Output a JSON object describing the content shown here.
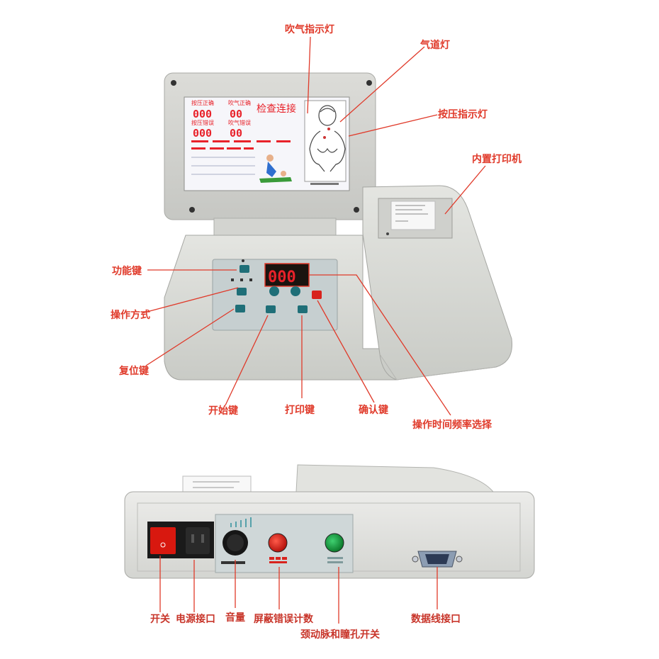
{
  "top_callouts": {
    "blow_indicator": "吹气指示灯",
    "airway_light": "气道灯",
    "press_indicator": "按压指示灯",
    "builtin_printer": "内置打印机",
    "function_key": "功能键",
    "operation_mode": "操作方式",
    "reset_key": "复位键",
    "start_key": "开始键",
    "print_key": "打印键",
    "confirm_key": "确认键",
    "time_freq_select": "操作时间频率选择"
  },
  "bottom_callouts": {
    "switch": "开关",
    "power_port": "电源接口",
    "volume": "音量",
    "mask_error_count": "屏蔽错误计数",
    "carotid_pupil_switch": "颈动脉和瞳孔开关",
    "data_port": "数据线接口"
  },
  "screen": {
    "press_correct_label": "按压正确",
    "blow_correct_label": "吹气正确",
    "press_error_label": "按压错误",
    "blow_error_label": "吹气错误",
    "press_correct_value": "000",
    "blow_correct_value": "00",
    "press_error_value": "000",
    "blow_error_value": "00",
    "status_text": "检查连接"
  },
  "led_display": "000",
  "colors": {
    "accent_red": "#e03a2a",
    "screen_red": "#e8222a",
    "device_gray": "#d9dbd6",
    "key_teal": "#1f6f78"
  }
}
